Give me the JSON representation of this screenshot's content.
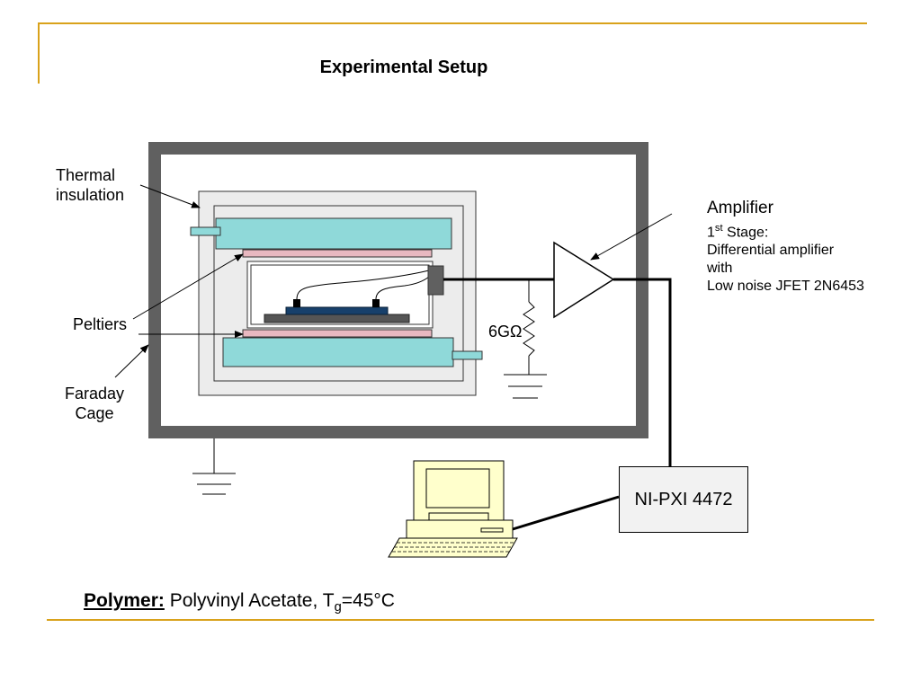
{
  "slide": {
    "title": "Experimental Setup"
  },
  "labels": {
    "thermal_line1": "Thermal",
    "thermal_line2": "insulation",
    "peltiers": "Peltiers",
    "faraday_line1": "Faraday",
    "faraday_line2": "Cage",
    "resistor": "6GΩ",
    "daq": "NI-PXI 4472"
  },
  "amplifier": {
    "title": "Amplifier",
    "stage_num": "1",
    "stage_sup": "st",
    "stage_rest": " Stage:",
    "line2": "Differential amplifier",
    "line3": "with",
    "line4": "Low noise JFET 2N6453"
  },
  "footer": {
    "polymer_label": "Polymer:",
    "polymer_text": " Polyvinyl Acetate, T",
    "tg_sub": "g",
    "tg_value": "=45°C"
  },
  "colors": {
    "accent_frame": "#d9a21b",
    "cage": "#606060",
    "plates": "#8fd9d9",
    "peltier": "#e8b8c0",
    "sample": "#17406b"
  }
}
